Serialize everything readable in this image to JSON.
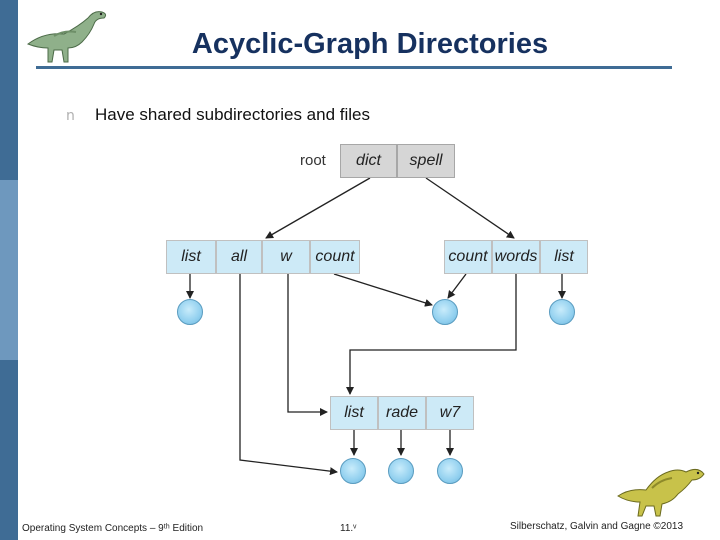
{
  "slide": {
    "title": "Acyclic-Graph Directories",
    "bullet_marker": "n",
    "bullet_text": "Have shared subdirectories and files"
  },
  "diagram": {
    "root_label": "root",
    "root_entries": [
      "dict",
      "spell"
    ],
    "dict_entries": [
      "list",
      "all",
      "w",
      "count"
    ],
    "spell_entries": [
      "count",
      "words",
      "list"
    ],
    "sub_entries": [
      "list",
      "rade",
      "w7"
    ]
  },
  "footer": {
    "left": "Operating System Concepts – 9ᵗʰ Edition",
    "center": "11.ᵛ",
    "right": "Silberschatz, Galvin and Gagne ©2013"
  },
  "colors": {
    "sidebar": "#3f6c95",
    "title": "#16315f",
    "directory_cell": "#cdeaf7",
    "root_cell": "#d6d6d6",
    "file_node": "#92d0ef"
  },
  "icons": {
    "top_left": "dinosaur-icon",
    "bottom_right": "dinosaur-icon"
  }
}
